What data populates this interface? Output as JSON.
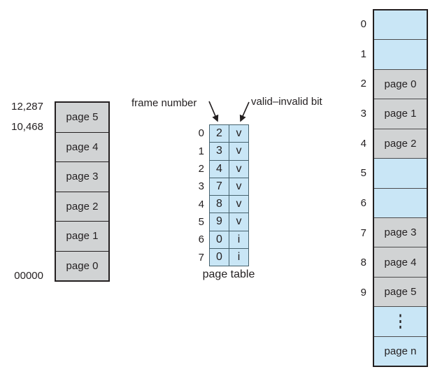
{
  "colors": {
    "gray_cell": "#d1d3d4",
    "blue_cell": "#c9e6f6",
    "stack_border": "#231f20",
    "page_table_border": "#46626e",
    "text": "#231f20"
  },
  "logical_memory": {
    "address_top": "12,287",
    "address_mid": "10,468",
    "address_bottom": "00000",
    "pages": [
      {
        "label": "page 5"
      },
      {
        "label": "page 4"
      },
      {
        "label": "page 3"
      },
      {
        "label": "page 2"
      },
      {
        "label": "page 1"
      },
      {
        "label": "page 0"
      }
    ]
  },
  "page_table": {
    "frame_column_label": "frame number",
    "valid_column_label": "valid–invalid bit",
    "caption": "page table",
    "rows": [
      {
        "index": "0",
        "frame": "2",
        "bit": "v"
      },
      {
        "index": "1",
        "frame": "3",
        "bit": "v"
      },
      {
        "index": "2",
        "frame": "4",
        "bit": "v"
      },
      {
        "index": "3",
        "frame": "7",
        "bit": "v"
      },
      {
        "index": "4",
        "frame": "8",
        "bit": "v"
      },
      {
        "index": "5",
        "frame": "9",
        "bit": "v"
      },
      {
        "index": "6",
        "frame": "0",
        "bit": "i"
      },
      {
        "index": "7",
        "frame": "0",
        "bit": "i"
      }
    ]
  },
  "physical_memory": {
    "frames": [
      {
        "index": "0",
        "label": "",
        "type": "empty"
      },
      {
        "index": "1",
        "label": "",
        "type": "empty"
      },
      {
        "index": "2",
        "label": "page 0",
        "type": "page"
      },
      {
        "index": "3",
        "label": "page 1",
        "type": "page"
      },
      {
        "index": "4",
        "label": "page 2",
        "type": "page"
      },
      {
        "index": "5",
        "label": "",
        "type": "empty"
      },
      {
        "index": "6",
        "label": "",
        "type": "empty"
      },
      {
        "index": "7",
        "label": "page 3",
        "type": "page"
      },
      {
        "index": "8",
        "label": "page 4",
        "type": "page"
      },
      {
        "index": "9",
        "label": "page 5",
        "type": "page"
      },
      {
        "index": "",
        "label": "⋮",
        "type": "ellipsis"
      },
      {
        "index": "",
        "label": "page n",
        "type": "page"
      }
    ]
  }
}
